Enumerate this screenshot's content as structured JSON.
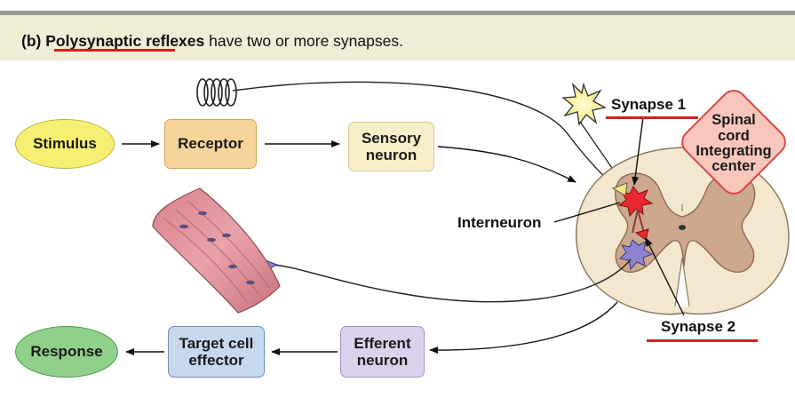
{
  "header": {
    "prefix": "(b)",
    "emphasis_1": "Polysynaptic",
    "emphasis_2": "reflexes",
    "rest": "have two or more synapses."
  },
  "nodes": {
    "stimulus": "Stimulus",
    "receptor": "Receptor",
    "sensory_line1": "Sensory",
    "sensory_line2": "neuron",
    "response": "Response",
    "target_line1": "Target cell",
    "target_line2": "effector",
    "efferent_line1": "Efferent",
    "efferent_line2": "neuron",
    "spinal_line1": "Spinal",
    "spinal_line2": "cord",
    "spinal_line3": "Integrating",
    "spinal_line4": "center"
  },
  "labels": {
    "synapse_1": "Synapse 1",
    "synapse_2": "Synapse 2",
    "interneuron": "Interneuron"
  },
  "colors": {
    "stimulus_fill": "#f5ef74",
    "receptor_fill": "#f6d59a",
    "sensory_fill": "#f7efc9",
    "response_fill": "#8fd08a",
    "target_fill": "#c6d8ee",
    "efferent_fill": "#dcd1ea",
    "spinal_fill": "#f9c6bc",
    "emphasis_red": "#d41f1f"
  }
}
